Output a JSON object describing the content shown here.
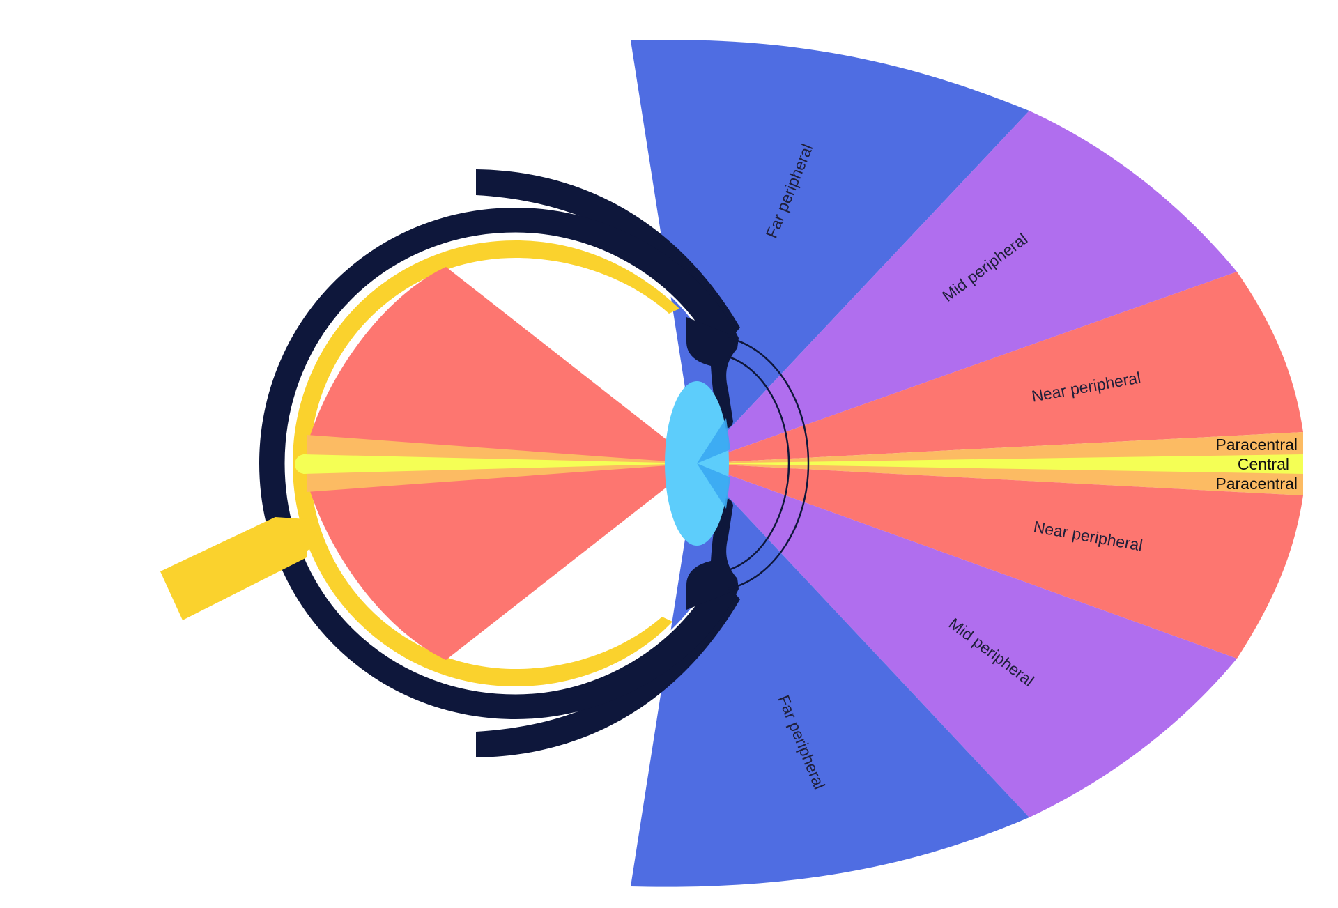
{
  "diagram": {
    "zones": {
      "far_peripheral_top": "Far peripheral",
      "mid_peripheral_top": "Mid peripheral",
      "near_peripheral_top": "Near peripheral",
      "paracentral_top": "Paracentral",
      "central": "Central",
      "paracentral_bottom": "Paracentral",
      "near_peripheral_bottom": "Near peripheral",
      "mid_peripheral_bottom": "Mid peripheral",
      "far_peripheral_bottom": "Far peripheral"
    },
    "colors": {
      "far_peripheral": "#4f6de2",
      "mid_peripheral": "#b06eee",
      "near_peripheral": "#fd7670",
      "paracentral": "#fcbb63",
      "central": "#f4ff55",
      "eye_outline": "#0e173b",
      "retina": "#fad22d",
      "lens": "#5dcdfb",
      "optic_nerve": "#fad22d"
    }
  }
}
